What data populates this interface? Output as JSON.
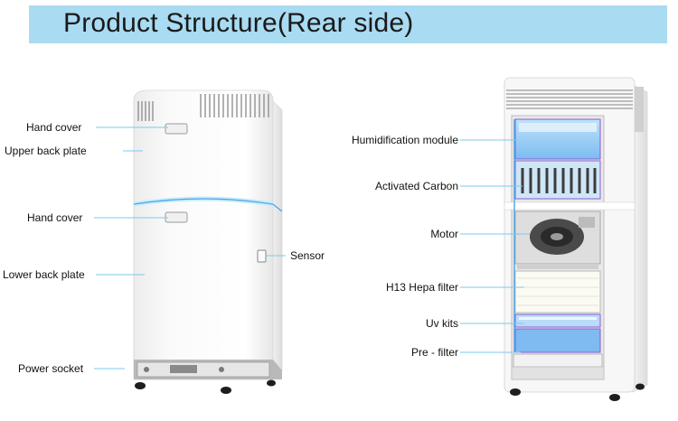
{
  "title": "Product Structure(Rear side)",
  "left_labels": {
    "hand_cover_top": "Hand cover",
    "upper_back_plate": "Upper back plate",
    "hand_cover_bottom": "Hand cover",
    "lower_back_plate": "Lower back plate",
    "power_socket": "Power socket",
    "sensor": "Sensor"
  },
  "right_labels": {
    "humidification": "Humidification module",
    "activated_carbon": "Activated Carbon",
    "motor": "Motor",
    "hepa": "H13 Hepa filter",
    "uv": "Uv kits",
    "prefilter": "Pre - filter"
  },
  "colors": {
    "banner": "#a9dbf2",
    "accent_blue": "#4a90e2",
    "leader_line": "#7ec8ee"
  }
}
